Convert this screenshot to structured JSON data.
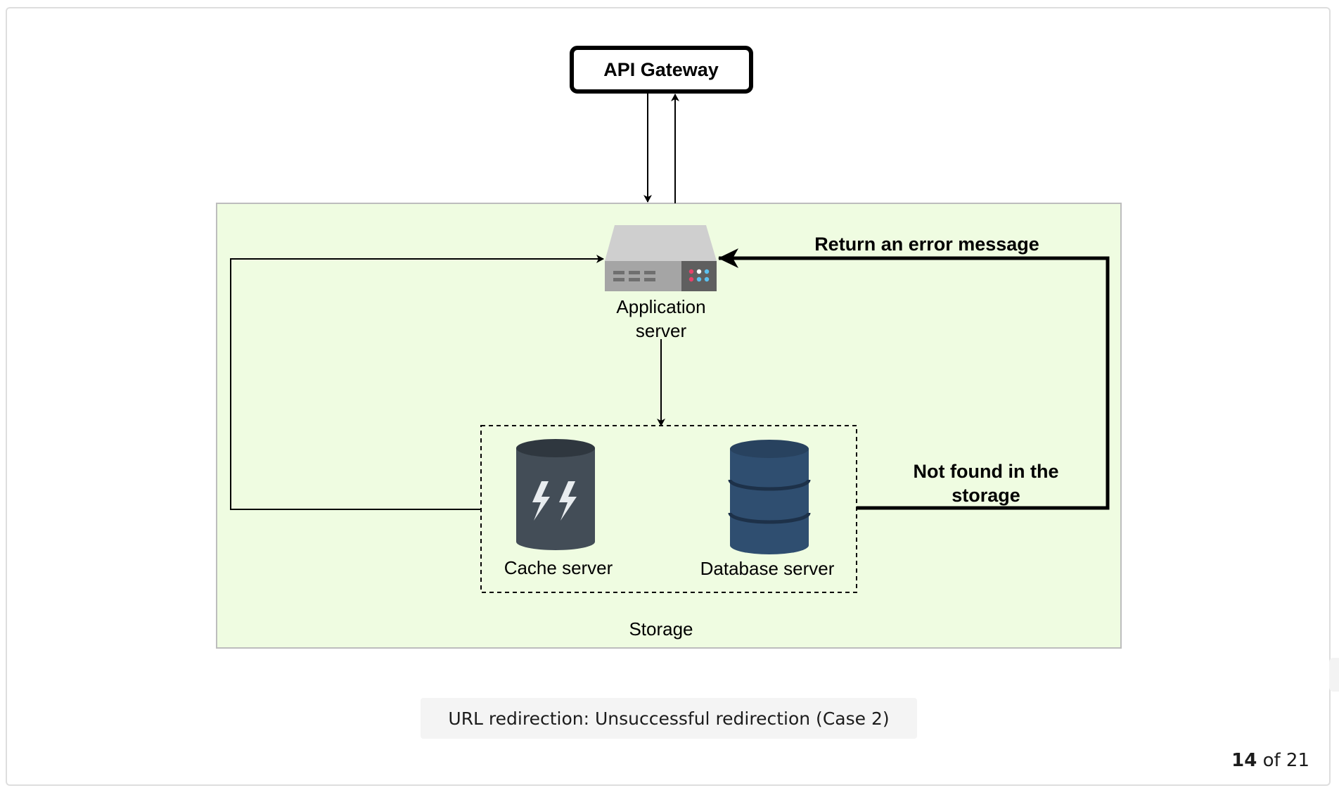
{
  "diagram": {
    "api_gateway": "API Gateway",
    "app_server_line1": "Application",
    "app_server_line2": "server",
    "return_error": "Return an error message",
    "not_found_line1": "Not found in the",
    "not_found_line2": "storage",
    "cache_server": "Cache server",
    "database_server": "Database server",
    "storage": "Storage"
  },
  "colors": {
    "storage_fill": "#effce1",
    "cylinder_dark": "#3d4852",
    "db_blue": "#2f4e70"
  },
  "caption": "URL redirection: Unsuccessful redirection (Case 2)",
  "pager": {
    "current": "14",
    "of_total": " of 21"
  }
}
